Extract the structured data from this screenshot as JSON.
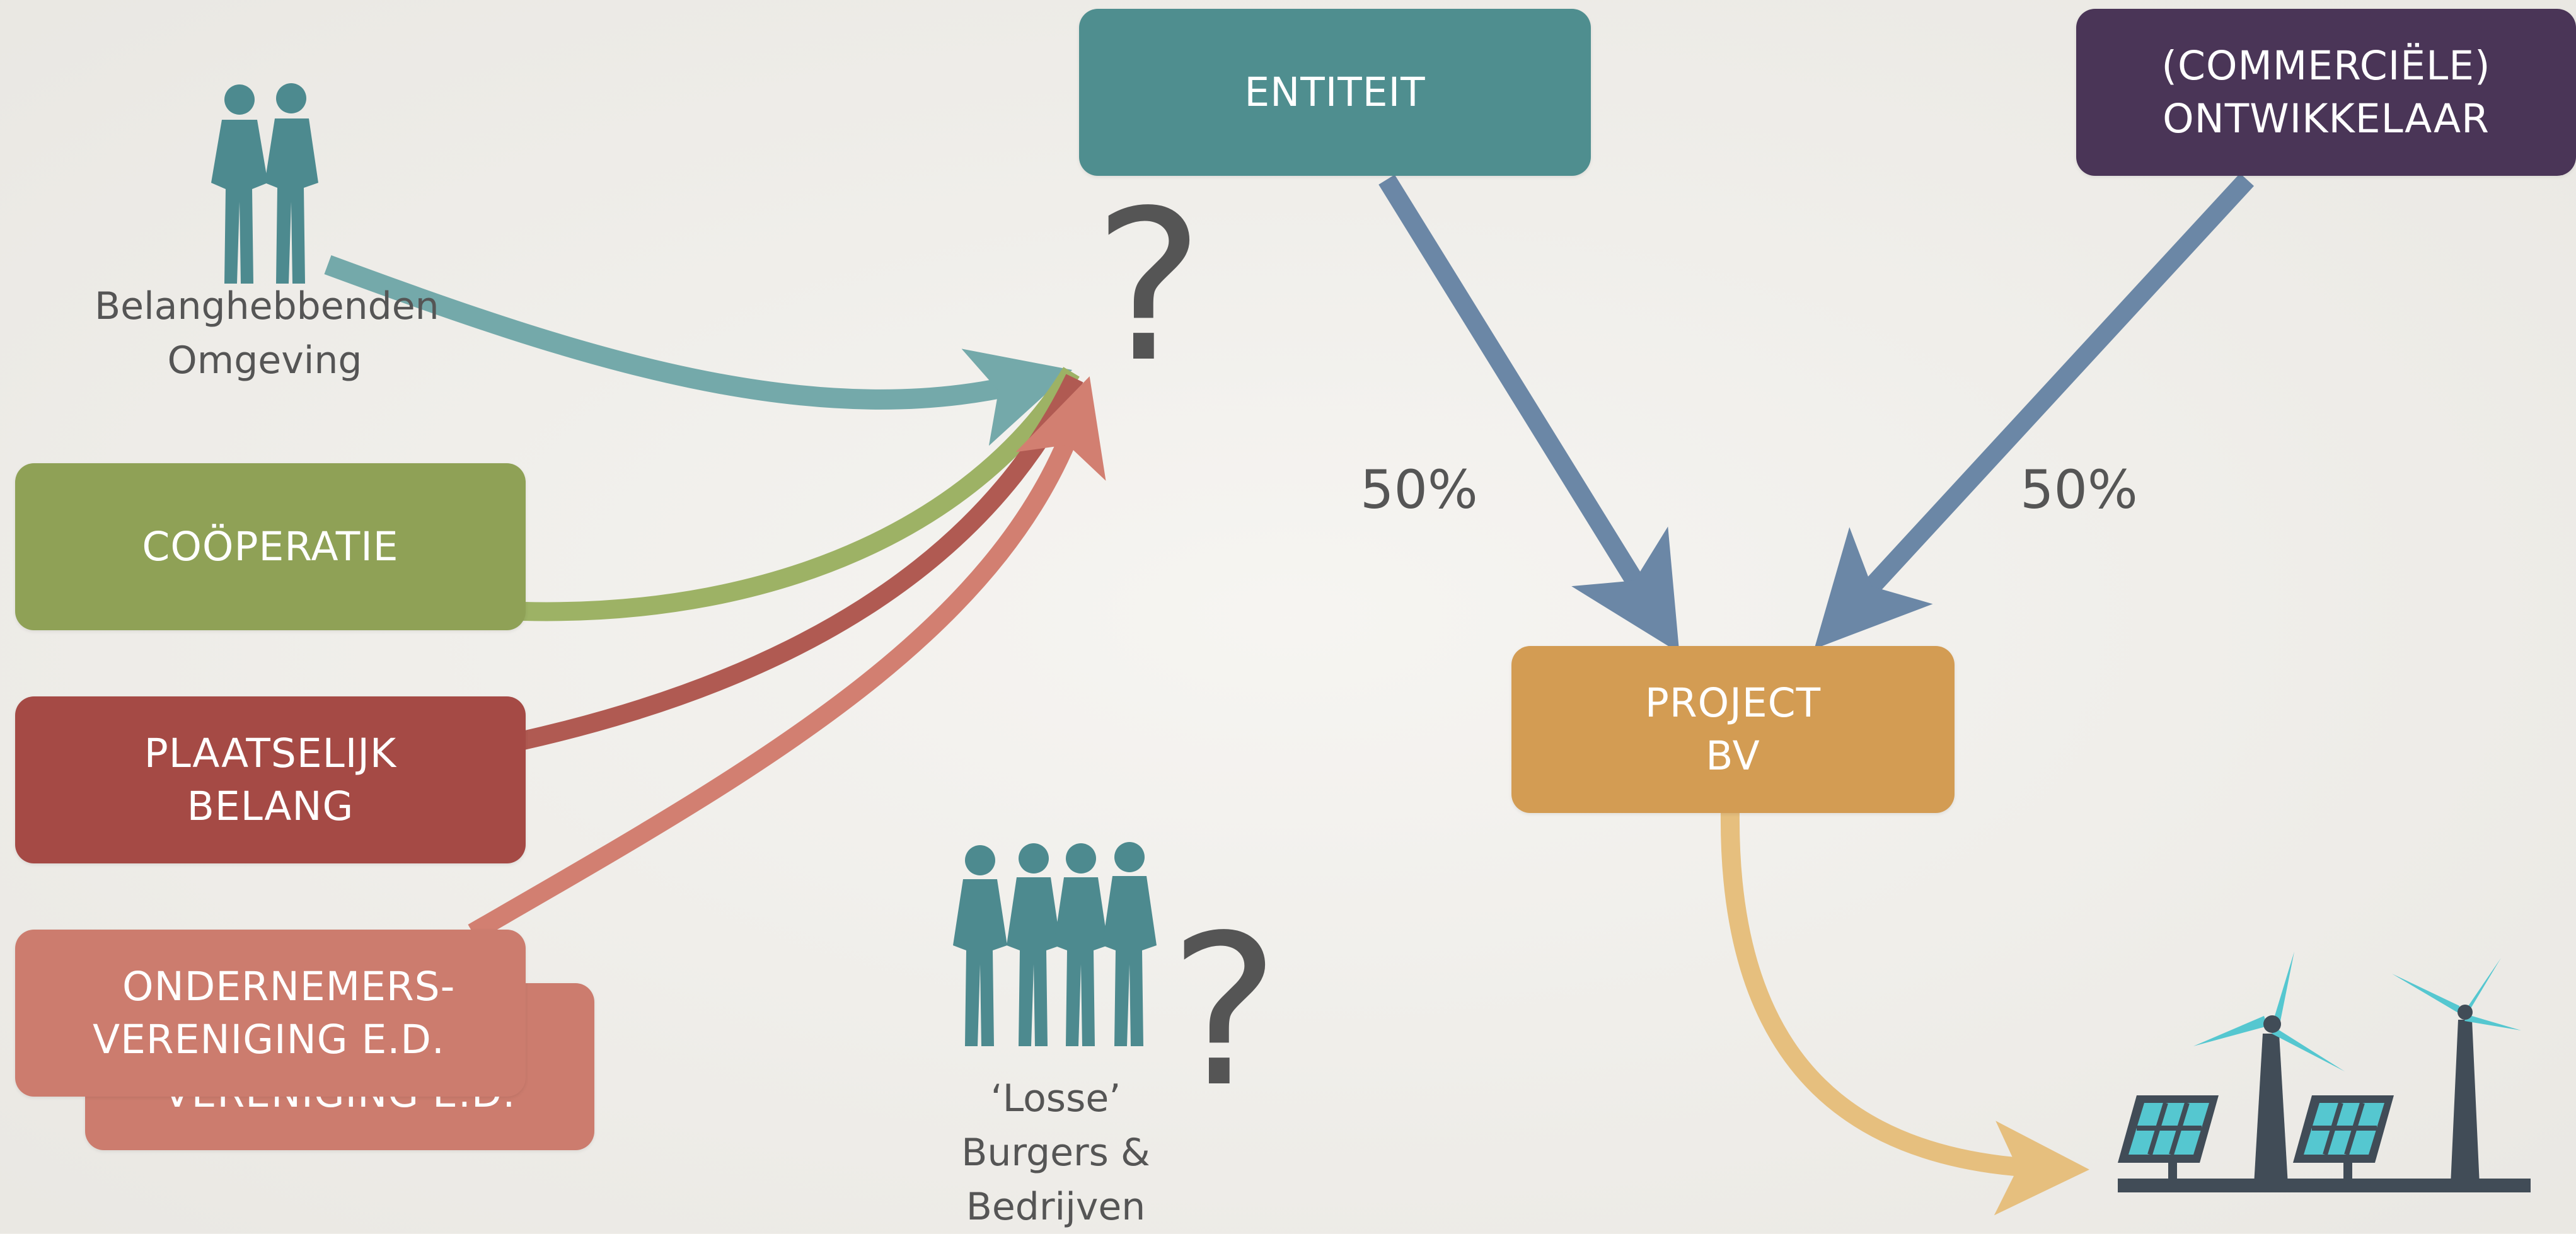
{
  "boxes": {
    "entiteit": "ENTITEIT",
    "ontwikkelaar": [
      "(COMMERCIËLE)",
      "ONTWIKKELAAR"
    ],
    "cooperatie": "COÖPERATIE",
    "plaatselijk_belang": [
      "PLAATSELIJK",
      "BELANG"
    ],
    "ondernemers": [
      "ONDERNEMERS-",
      "VERENIGING E.D."
    ],
    "ondernemers_shadow": "VERENIGING E.D.",
    "project_bv": [
      "PROJECT",
      "BV"
    ]
  },
  "labels": {
    "belanghebbenden": [
      "Belanghebbenden",
      "Omgeving"
    ],
    "losse": [
      "‘Losse’",
      "Burgers &",
      "Bedrijven"
    ]
  },
  "percentages": {
    "left": "50%",
    "right": "50%"
  },
  "question_marks": {
    "top": "?",
    "bottom": "?"
  },
  "colors": {
    "teal": "#4f8e8f",
    "purple": "#4a3557",
    "olive": "#8fa156",
    "red": "#a54a45",
    "salmon": "#cc7c6e",
    "gold": "#d39c53",
    "steel_arrow": "#6b87a6",
    "teal_arrow": "#74a9aa",
    "olive_arrow": "#9db265",
    "red_arrow": "#b05a52",
    "salmon_arrow": "#d27f71",
    "gold_arrow": "#e6bf7e",
    "figure": "#4d8a8f",
    "turbine_blade": "#55c7d0",
    "dark_structure": "#414c57"
  },
  "icons": [
    "people-two-silhouette-icon",
    "people-four-silhouette-icon",
    "solar-panel-icon",
    "wind-turbine-icon"
  ]
}
